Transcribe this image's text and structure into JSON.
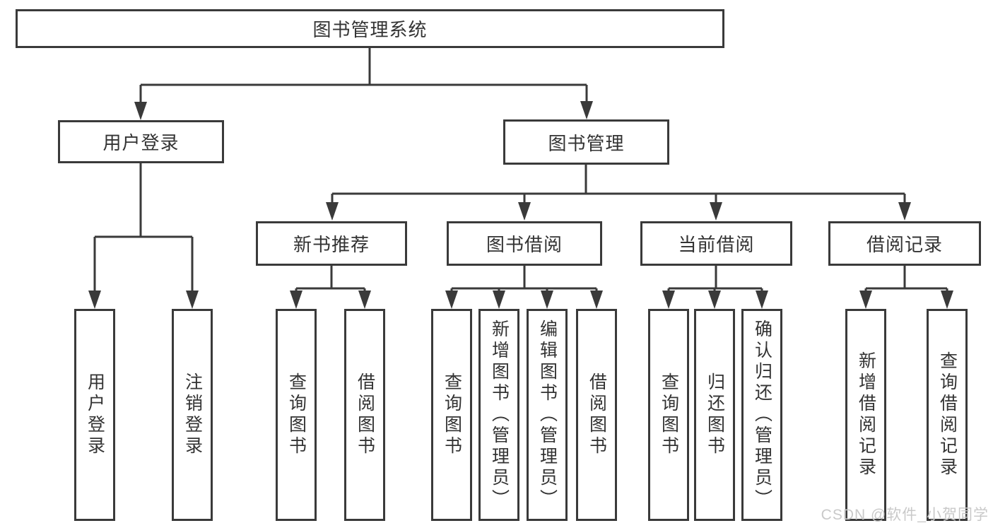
{
  "tree": {
    "root": "图书管理系统",
    "branches": [
      {
        "label": "用户登录",
        "children": [
          "用户登录",
          "注销登录"
        ]
      },
      {
        "label": "图书管理",
        "sections": [
          {
            "label": "新书推荐",
            "children": [
              "查询图书",
              "借阅图书"
            ]
          },
          {
            "label": "图书借阅",
            "children": [
              "查询图书",
              "新增图书（管理员）",
              "编辑图书（管理员）",
              "借阅图书"
            ]
          },
          {
            "label": "当前借阅",
            "children": [
              "查询图书",
              "归还图书",
              "确认归还（管理员）"
            ]
          },
          {
            "label": "借阅记录",
            "children": [
              "新增借阅记录",
              "查询借阅记录"
            ]
          }
        ]
      }
    ]
  },
  "watermark": "CSDN @软件_小贺同学",
  "colors": {
    "line": "#3a3a3a",
    "text": "#333333",
    "watermark": "#c9c9c9",
    "background": "#ffffff"
  }
}
